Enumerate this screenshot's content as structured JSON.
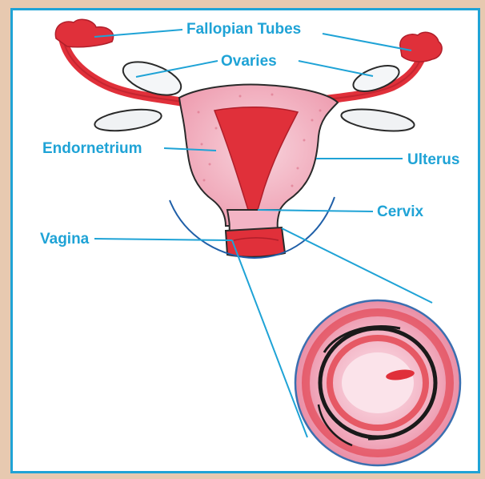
{
  "labels": {
    "fallopian_tubes": "Fallopian Tubes",
    "ovaries": "Ovaries",
    "endometrium": "Endornetrium",
    "uterus": "Ulterus",
    "cervix": "Cervix",
    "vagina": "Vagina"
  },
  "colors": {
    "page_background": "#E7C9B0",
    "border": "#1FA3D6",
    "label_text": "#1FA3D6",
    "leader_line": "#1FA3D6",
    "tissue_pink": "#F2B8C6",
    "tissue_red": "#E0303A",
    "dark_red": "#B01E2A"
  }
}
